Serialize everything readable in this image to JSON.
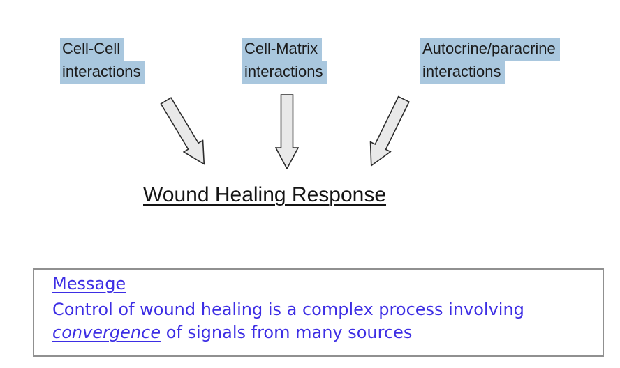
{
  "colors": {
    "background": "#ffffff",
    "highlight": "#a9c7de",
    "label-text": "#1b1b1b",
    "arrow-fill": "#e9e9e9",
    "arrow-stroke": "#2b2b2b",
    "title-text": "#141414",
    "message-text": "#3d2ee4",
    "box-border": "#909090"
  },
  "diagram": {
    "labels": [
      {
        "lines": [
          "Cell-Cell",
          "interactions"
        ]
      },
      {
        "lines": [
          "Cell-Matrix",
          "interactions"
        ]
      },
      {
        "lines": [
          "Autocrine/paracrine",
          "interactions"
        ]
      }
    ],
    "title": "Wound Healing Response"
  },
  "message_box": {
    "heading": "Message",
    "body_before": "Control of wound healing is a complex process involving",
    "body_emphasis": "convergence",
    "body_after": " of signals from many sources"
  }
}
